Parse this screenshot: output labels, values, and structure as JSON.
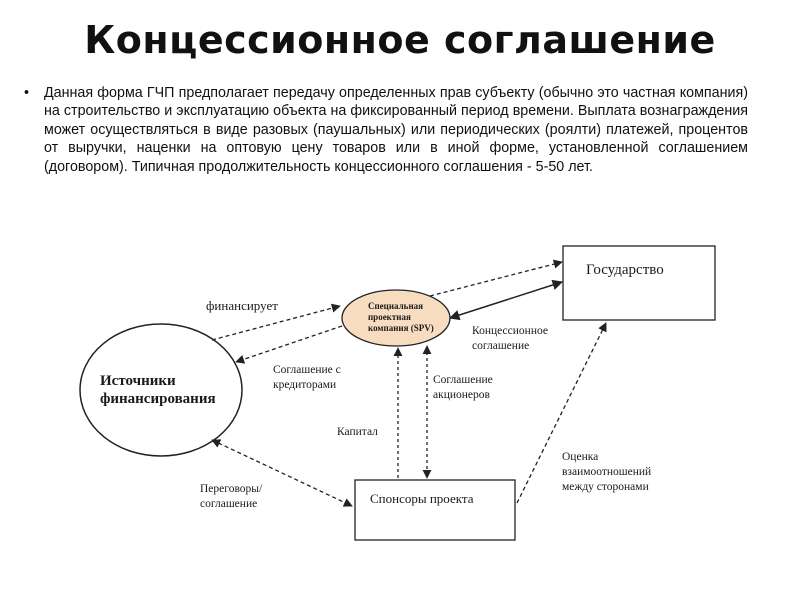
{
  "title": "Концессионное соглашение",
  "paragraph": "Данная форма ГЧП предполагает передачу определенных прав субъекту (обычно это частная компания) на строительство и эксплуатацию объекта на фиксированный период времени.  Выплата вознаграждения может осуществляться в виде разовых (паушальных) или периодических (роялти) платежей, процентов от выручки, наценки на оптовую цену товаров или в иной форме, установленной соглашением (договором). Типичная продолжительность концессионного соглашения  - 5-50 лет.",
  "bullet": "•",
  "diagram": {
    "nodes": {
      "state": "Государство",
      "spv_line1": "Специальная",
      "spv_line2": "проектная",
      "spv_line3": "компания (SPV)",
      "sources_line1": "Источники",
      "sources_line2": "финансирования",
      "sponsors": "Спонсоры проекта"
    },
    "edges": {
      "finances": "финансирует",
      "creditors_line1": "Соглашение с",
      "creditors_line2": "кредиторами",
      "concession_line1": "Концессионное",
      "concession_line2": "соглашение",
      "shareholders_line1": "Соглашение",
      "shareholders_line2": "акционеров",
      "capital": "Капитал",
      "negotiations_line1": "Переговоры/",
      "negotiations_line2": "соглашение",
      "relations_line1": "Оценка",
      "relations_line2": "взаимоотношений",
      "relations_line3": "между сторонами"
    },
    "colors": {
      "spv_fill": "#f7dcc0",
      "stroke": "#222222"
    }
  }
}
